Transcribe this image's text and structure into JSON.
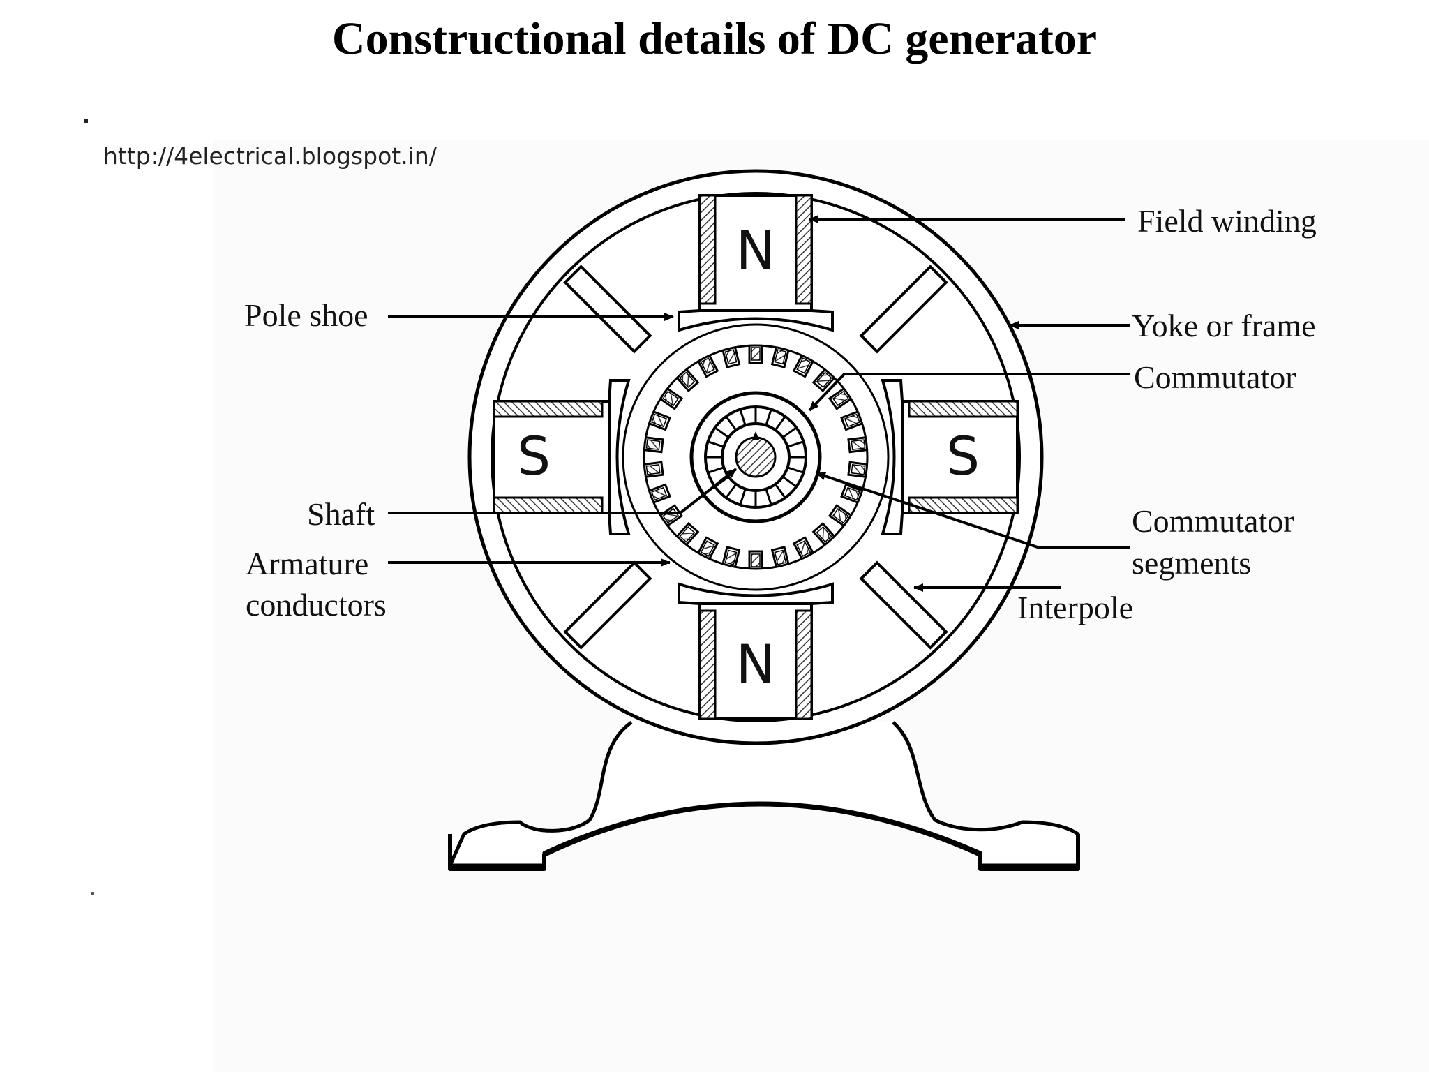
{
  "title": "Constructional details of DC generator",
  "watermark_url": "http://4electrical.blogspot.in/",
  "poles": {
    "north": "N",
    "south": "S"
  },
  "labels": {
    "field_winding": "Field winding",
    "yoke_or_frame": "Yoke or frame",
    "commutator": "Commutator",
    "commutator_segments_line1": "Commutator",
    "commutator_segments_line2": "segments",
    "interpole": "Interpole",
    "pole_shoe": "Pole shoe",
    "shaft": "Shaft",
    "armature_conductors_line1": "Armature",
    "armature_conductors_line2": "conductors"
  }
}
